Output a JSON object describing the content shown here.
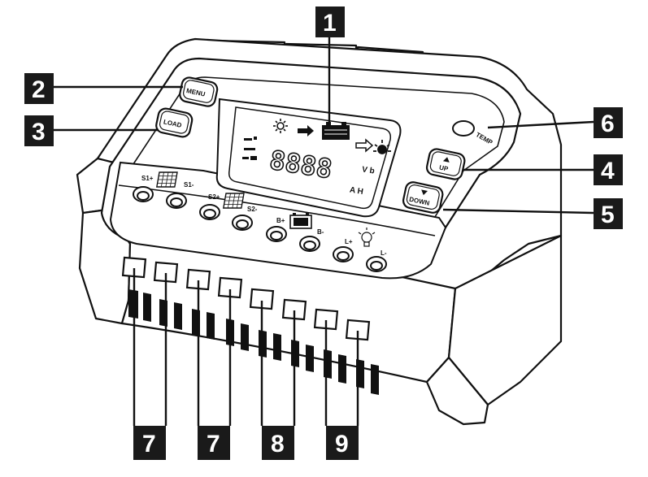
{
  "colors": {
    "ink": "#111111",
    "paper": "#ffffff",
    "callout_box": "#1a1a1a"
  },
  "buttons": {
    "menu": "MENU",
    "load": "LOAD",
    "up": "UP",
    "down": "DOWN",
    "temp": "TEMP"
  },
  "lcd": {
    "digits": "8888",
    "unit_vb": "V b",
    "unit_ah": "A H"
  },
  "terminals": {
    "s1_plus": "S1+",
    "s1_minus": "S1-",
    "s2_plus": "S2+",
    "s2_minus": "S2-",
    "b_plus": "B+",
    "b_minus": "B-",
    "l_plus": "L+",
    "l_minus": "L-"
  },
  "callouts": {
    "c1": "1",
    "c2": "2",
    "c3": "3",
    "c4": "4",
    "c5": "5",
    "c6": "6",
    "c7a": "7",
    "c7b": "7",
    "c8": "8",
    "c9": "9"
  },
  "icons": [
    "sun-icon",
    "arrow-right-icon",
    "battery-icon",
    "bulb-icon",
    "solar-panel-icon",
    "up-triangle-icon",
    "down-triangle-icon"
  ]
}
